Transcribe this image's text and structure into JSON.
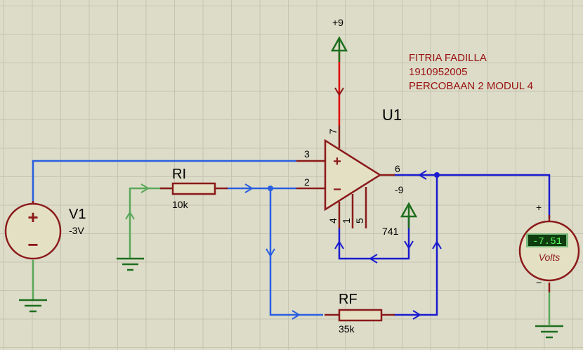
{
  "colors": {
    "component": "#8b1a1a",
    "wire_positive": "#e00000",
    "wire_signal": "#2a5fe0",
    "wire_output": "#1a1ad0",
    "wire_ground": "#5aa85a",
    "ground": "#1e6e1e",
    "note_text": "#9a1010",
    "meter_display_bg": "#0f3d0f",
    "meter_display_text": "#5cff5c"
  },
  "note": {
    "line1": "FITRIA FADILLA",
    "line2": "1910952005",
    "line3": "PERCOBAAN 2 MODUL 4"
  },
  "supply": {
    "positive_label": "+9",
    "negative_label": "-9"
  },
  "opamp": {
    "ref": "U1",
    "model": "741",
    "pins": {
      "noninv": "3",
      "inv": "2",
      "out": "6",
      "vpos": "7",
      "vneg": "4",
      "offset1": "1",
      "offset2": "5"
    },
    "plus_sign": "+",
    "minus_sign": "−"
  },
  "source": {
    "ref": "V1",
    "value": "-3V",
    "plus_sign": "+",
    "minus_sign": "−"
  },
  "ri": {
    "ref": "RI",
    "value": "10k"
  },
  "rf": {
    "ref": "RF",
    "value": "35k"
  },
  "voltmeter": {
    "reading": "-7.51",
    "unit": "Volts",
    "plus_sign": "+",
    "minus_sign": "−"
  }
}
